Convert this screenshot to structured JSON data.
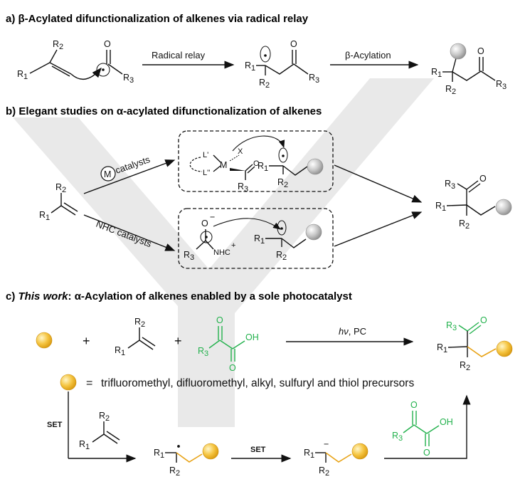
{
  "colors": {
    "green": "#22b14c",
    "orange_bond": "#e8a317",
    "gold": "#f5c542",
    "grey_ball": "#bdbdbd",
    "watermark": "#e9e9e9"
  },
  "section_a": {
    "title": "a) β-Acylated difunctionalization of alkenes via radical relay",
    "arrow1": "Radical relay",
    "arrow2": "β-Acylation"
  },
  "section_b": {
    "title": "b) Elegant studies on α-acylated difunctionalization of alkenes",
    "metal_circle": "M",
    "route1": "catalysts",
    "route2": "NHC catalysts"
  },
  "section_c": {
    "title_prefix": "c) ",
    "title_italic": "This work",
    "title_suffix": ": α-Acylation of alkenes enabled by a sole photocatalyst",
    "plus": "+",
    "conditions_hv": "hν",
    "conditions_pc": ", PC",
    "legend_eq": "=",
    "legend_text": "trifluoromethyl, difluoromethyl, alkyl, sulfuryl and thiol precursors",
    "set1": "SET",
    "set2": "SET"
  },
  "labels": {
    "R1": "R",
    "R2": "R",
    "R3": "R",
    "O": "O",
    "OH": "OH",
    "X": "X",
    "L1": "L'",
    "L2": "L''",
    "NHC": "NHC",
    "minus": "−",
    "plus_sup": "+"
  },
  "subs": {
    "s1": "1",
    "s2": "2",
    "s3": "3"
  }
}
